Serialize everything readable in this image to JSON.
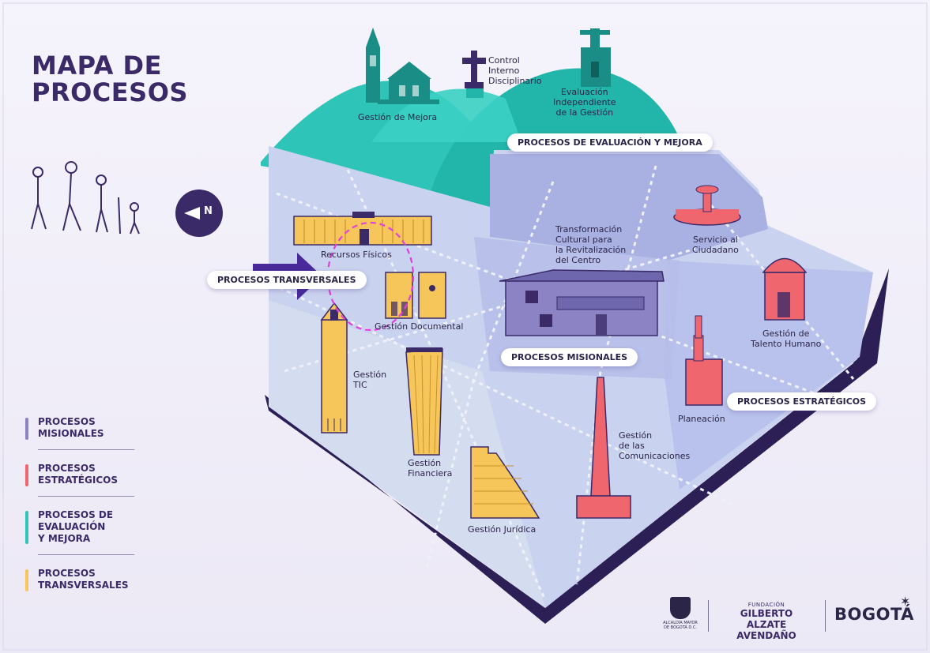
{
  "title": {
    "line1": "MAPA DE",
    "line2": "PROCESOS"
  },
  "colors": {
    "misionales": "#8b83c4",
    "estrategicos": "#f0666e",
    "evaluacion": "#2fc4b8",
    "transversales": "#f7c65a",
    "navy": "#3b2a68",
    "highlight_arrow": "#4a2a9a",
    "highlight_circle": "#e23ee0"
  },
  "compass": {
    "letter": "N"
  },
  "icons": {
    "compass": "compass-arrow-icon",
    "people": "walking-family-icon",
    "arrow": "highlight-arrow-icon",
    "circle": "highlight-circle-icon"
  },
  "section_pills": {
    "evaluacion": "PROCESOS DE EVALUACIÓN Y MEJORA",
    "transversales": "PROCESOS TRANSVERSALES",
    "misionales": "PROCESOS MISIONALES",
    "estrategicos": "PROCESOS ESTRATÉGICOS"
  },
  "places": {
    "gestion_mejora": "Gestión de Mejora",
    "control_interno": [
      "Control",
      "Interno",
      "Disciplinario"
    ],
    "evaluacion_independiente": [
      "Evaluación",
      "Independiente",
      "de la Gestión"
    ],
    "recursos_fisicos": "Recursos Físicos",
    "gestion_documental": "Gestión Documental",
    "transformacion": [
      "Transformación",
      "Cultural para",
      "la Revitalización",
      "del Centro"
    ],
    "servicio_ciudadano": [
      "Servicio al",
      "Ciudadano"
    ],
    "talento_humano": [
      "Gestión de",
      "Talento Humano"
    ],
    "gestion_tic": [
      "Gestión",
      "TIC"
    ],
    "gestion_financiera": [
      "Gestión",
      "Financiera"
    ],
    "gestion_juridica": "Gestión Jurídica",
    "comunicaciones": [
      "Gestión",
      "de las",
      "Comunicaciones"
    ],
    "planeacion": "Planeación"
  },
  "legend": [
    {
      "lines": [
        "PROCESOS",
        "MISIONALES"
      ],
      "color": "#8b83c4"
    },
    {
      "lines": [
        "PROCESOS",
        "ESTRATÉGICOS"
      ],
      "color": "#f0666e"
    },
    {
      "lines": [
        "PROCESOS DE",
        "EVALUACIÓN",
        "Y MEJORA"
      ],
      "color": "#2fc4b8"
    },
    {
      "lines": [
        "PROCESOS",
        "TRANSVERSALES"
      ],
      "color": "#f7c65a"
    }
  ],
  "logos": {
    "alcaldia": [
      "ALCALDÍA MAYOR",
      "DE BOGOTÁ D.C."
    ],
    "fundacion_small": "FUNDACIÓN",
    "fundacion_name": [
      "GILBERTO ALZATE",
      "AVENDAÑO"
    ],
    "bogota": "BOGOTÁ"
  }
}
